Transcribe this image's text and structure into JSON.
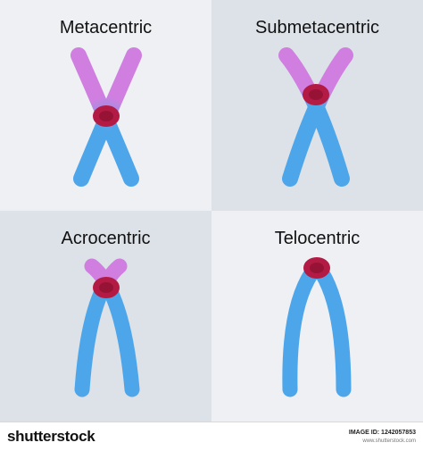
{
  "panels": [
    {
      "id": "metacentric",
      "title": "Metacentric",
      "background": "#eef0f4"
    },
    {
      "id": "submetacentric",
      "title": "Submetacentric",
      "background": "#dde2e8"
    },
    {
      "id": "acrocentric",
      "title": "Acrocentric",
      "background": "#dde2e8"
    },
    {
      "id": "telocentric",
      "title": "Telocentric",
      "background": "#eef0f4"
    }
  ],
  "colors": {
    "arm_blue": "#4ea6ea",
    "arm_pink": "#d07fe0",
    "centromere": "#b31a44",
    "centromere_dark": "#7e0f2c"
  },
  "footer": {
    "brand": "shutterstock",
    "image_id": "IMAGE ID: 1242057853",
    "site": "www.shutterstock.com"
  }
}
